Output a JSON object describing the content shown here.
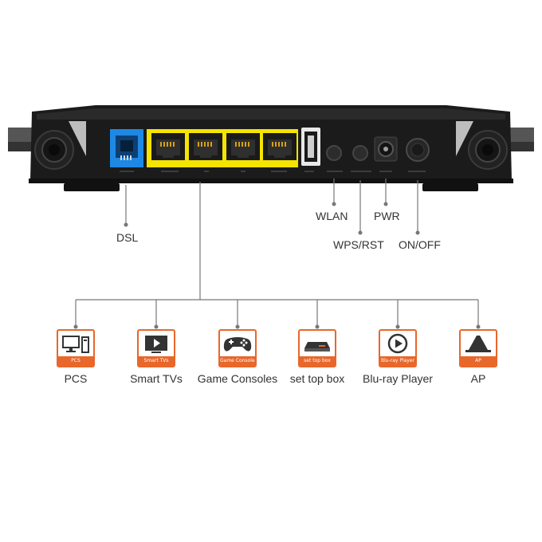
{
  "ports": {
    "dsl": "DSL",
    "wlan": "WLAN",
    "wps_rst": "WPS/RST",
    "pwr": "PWR",
    "on_off": "ON/OFF"
  },
  "devices": [
    {
      "name": "PCS",
      "tag": "PCS",
      "icon": "pc-icon"
    },
    {
      "name": "Smart TVs",
      "tag": "Smart TVs",
      "icon": "tv-icon"
    },
    {
      "name": "Game Consoles",
      "tag": "Game Consoles",
      "icon": "gamepad-icon"
    },
    {
      "name": "set top box",
      "tag": "set top box",
      "icon": "set-top-box-icon"
    },
    {
      "name": "Blu-ray Player",
      "tag": "Blu-ray Player",
      "icon": "play-icon"
    },
    {
      "name": "AP",
      "tag": "AP",
      "icon": "access-point-icon"
    }
  ],
  "colors": {
    "accent": "#e8672a",
    "dsl_port": "#1e88e5",
    "lan_ports": "#f5e400",
    "router_body": "#1c1c1c",
    "connector_line": "#777777"
  }
}
